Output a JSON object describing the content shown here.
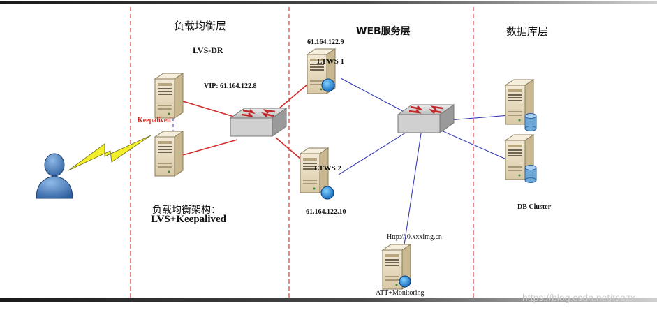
{
  "layers": {
    "lb": "负载均衡层",
    "web": "WEB服务层",
    "db": "数据库层"
  },
  "lb": {
    "mode": "LVS-DR",
    "vip": "VIP:  61.164.122.8",
    "keepalived": "Keepalived",
    "arch_title": "负载均衡架构：",
    "arch_value": "LVS+Keepalived"
  },
  "web": {
    "ltws1_ip": "61.164.122.9",
    "ltws1_label": "LTWS 1",
    "ltws2_label": "LTWS 2",
    "ltws2_ip": "61.164.122.10",
    "image_host": "Http://i0.xxximg.cn",
    "monitor_label": "ATT+Monitoring"
  },
  "db": {
    "cluster_label": "DB Cluster"
  },
  "watermark": "https://blog.csdn.net/tsazx",
  "colors": {
    "divider": "#d9383a",
    "red_link": "#d42a2a",
    "blue_link": "#2b2fb0",
    "bolt": "#f2ee2a",
    "server": "#e8dcc0"
  }
}
